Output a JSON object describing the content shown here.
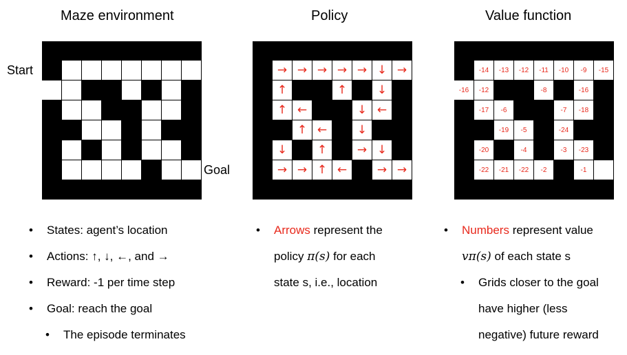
{
  "titles": {
    "maze": "Maze environment",
    "policy": "Policy",
    "value": "Value function"
  },
  "maze_labels": {
    "start": "Start",
    "goal": "Goal"
  },
  "open_cells": [
    [
      0,
      1
    ],
    [
      0,
      2
    ],
    [
      0,
      3
    ],
    [
      0,
      4
    ],
    [
      0,
      5
    ],
    [
      0,
      6
    ],
    [
      0,
      7
    ],
    [
      1,
      0
    ],
    [
      1,
      1
    ],
    [
      1,
      4
    ],
    [
      1,
      6
    ],
    [
      2,
      1
    ],
    [
      2,
      2
    ],
    [
      2,
      5
    ],
    [
      2,
      6
    ],
    [
      3,
      2
    ],
    [
      3,
      3
    ],
    [
      3,
      5
    ],
    [
      4,
      1
    ],
    [
      4,
      3
    ],
    [
      4,
      5
    ],
    [
      4,
      6
    ],
    [
      5,
      1
    ],
    [
      5,
      2
    ],
    [
      5,
      3
    ],
    [
      5,
      4
    ],
    [
      5,
      6
    ],
    [
      5,
      7
    ]
  ],
  "policy_arrows": [
    "→",
    "→",
    "→",
    "→",
    "→",
    "↓",
    "→",
    "↑",
    "↑",
    "↓",
    "↑",
    "←",
    "↓",
    "←",
    "↑",
    "←",
    "↓",
    "↓",
    "↑",
    "→",
    "↓",
    "→",
    "→",
    "↑",
    "←",
    "→",
    "→"
  ],
  "policy_external": "→",
  "value_numbers": [
    "-14",
    "-13",
    "-12",
    "-11",
    "-10",
    "-9",
    "-15",
    "-12",
    "-8",
    "-16",
    "-17",
    "-6",
    "-7",
    "-18",
    "-19",
    "-5",
    "-24",
    "-20",
    "-4",
    "-3",
    "-23",
    "-22",
    "-21",
    "-22",
    "-2",
    "-1"
  ],
  "value_external": "-16",
  "maze_bullets": {
    "states_key": "States",
    "states_val": ": agent’s location",
    "actions_key": "Actions",
    "actions_val": ": ↑,  ↓, ←, and →",
    "reward_key": "Reward",
    "reward_val": ": -1 per time step",
    "goal_key": "Goal",
    "goal_val": ": reach the goal",
    "sub": "The episode terminates"
  },
  "policy_bullets": {
    "red": "Arrows",
    "line1": " represent the",
    "line2_pre": "policy ",
    "line2_math": "π(s)",
    "line2_post": " for each",
    "line3": "state s, i.e., location"
  },
  "value_bullets": {
    "red": "Numbers",
    "line1": " represent value",
    "line2_math": "vπ(s)",
    "line2_post": " of each state s",
    "sub1": "Grids closer to the goal",
    "sub2": "have higher (less",
    "sub3": "negative) future reward"
  }
}
